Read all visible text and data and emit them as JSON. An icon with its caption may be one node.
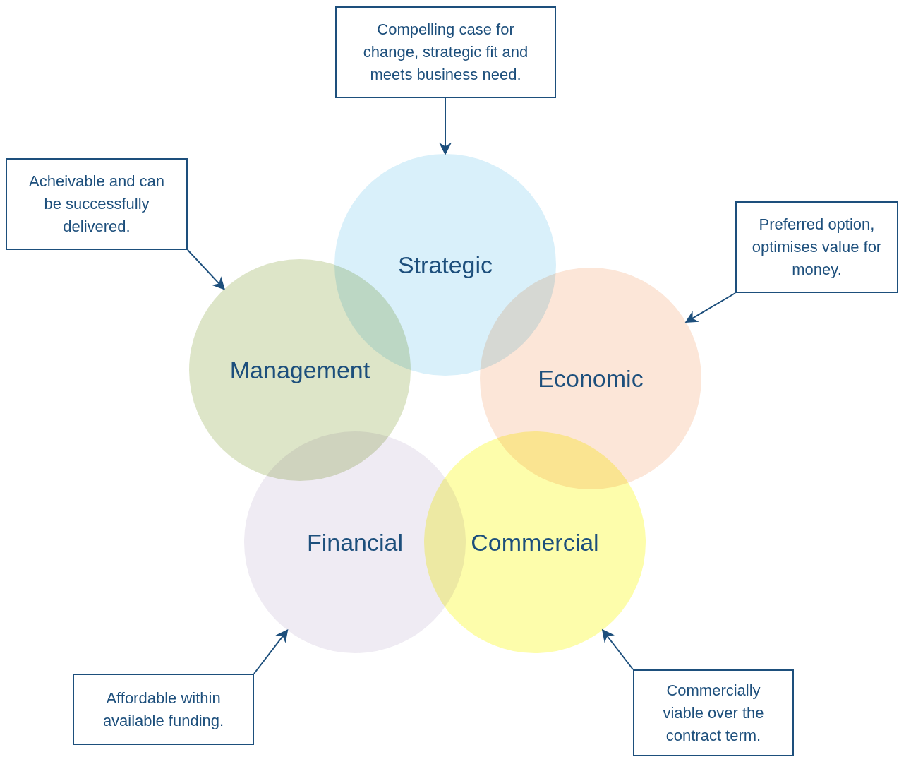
{
  "diagram": {
    "nodes": [
      {
        "text": [
          "Compelling case for change, strategic fit and meets business need."
        ]
      },
      {
        "text": [
          "Acheivable and can be successfully delivered."
        ]
      },
      {
        "text": [
          "Strategic"
        ]
      },
      {
        "text": [
          "Preferred option, optimises value for money."
        ]
      },
      {
        "text": [
          "Management"
        ]
      },
      {
        "text": [
          "Economic"
        ]
      },
      {
        "text": [
          "Financial"
        ]
      },
      {
        "text": [
          "Commercial"
        ]
      },
      {
        "text": [
          "Affordable within available funding."
        ]
      },
      {
        "text": [
          "Commercially viable over the contract term."
        ]
      }
    ],
    "edges": [
      {
        "from": 0,
        "to": 2,
        "arrow": "to"
      },
      {
        "from": 1,
        "to": 4,
        "arrow": "to"
      },
      {
        "from": 3,
        "to": 5,
        "arrow": "to"
      },
      {
        "from": 8,
        "to": 6,
        "arrow": "to"
      },
      {
        "from": 9,
        "to": 7,
        "arrow": "to"
      }
    ]
  }
}
